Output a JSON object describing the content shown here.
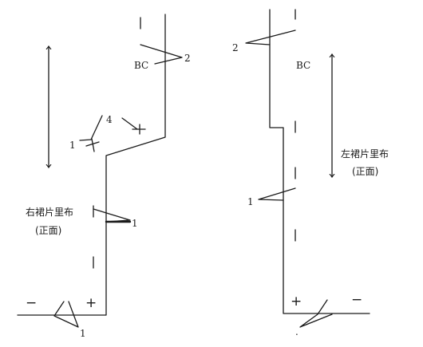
{
  "right_panel": {
    "label_line1": "右裙片里布",
    "label_line2": "(正面)",
    "center_label": "BC",
    "notch_label_top": "2",
    "notch_label_mid": "1",
    "notch_label_bottom": "1",
    "mark_label_4": "4",
    "mark_label_1": "1",
    "minus_sign": "−",
    "plus_sign": "+"
  },
  "left_panel": {
    "label_line1": "左裙片里布",
    "label_line2": "(正面)",
    "center_label": "BC",
    "notch_label_top": "2",
    "notch_label_mid": "1",
    "notch_label_bottom": ".",
    "minus_sign": "−",
    "plus_sign": "+"
  }
}
